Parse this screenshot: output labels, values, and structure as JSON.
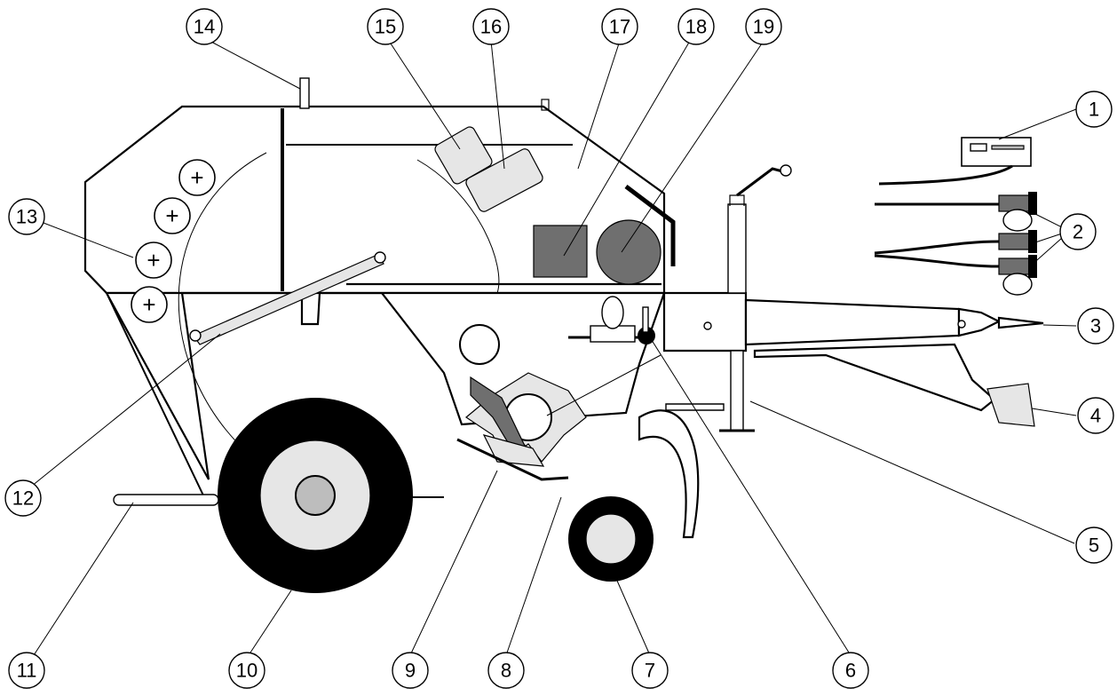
{
  "callouts": [
    {
      "label": "1"
    },
    {
      "label": "2"
    },
    {
      "label": "3"
    },
    {
      "label": "4"
    },
    {
      "label": "5"
    },
    {
      "label": "6"
    },
    {
      "label": "7"
    },
    {
      "label": "8"
    },
    {
      "label": "9"
    },
    {
      "label": "10"
    },
    {
      "label": "11"
    },
    {
      "label": "12"
    },
    {
      "label": "13"
    },
    {
      "label": "14"
    },
    {
      "label": "15"
    },
    {
      "label": "16"
    },
    {
      "label": "17"
    },
    {
      "label": "18"
    },
    {
      "label": "19"
    }
  ],
  "colors": {
    "line": "#000000",
    "body": "#ffffff",
    "light_gray": "#e6e6e6",
    "mid_gray": "#bdbdbd",
    "dark_gray": "#6f6f6f"
  }
}
